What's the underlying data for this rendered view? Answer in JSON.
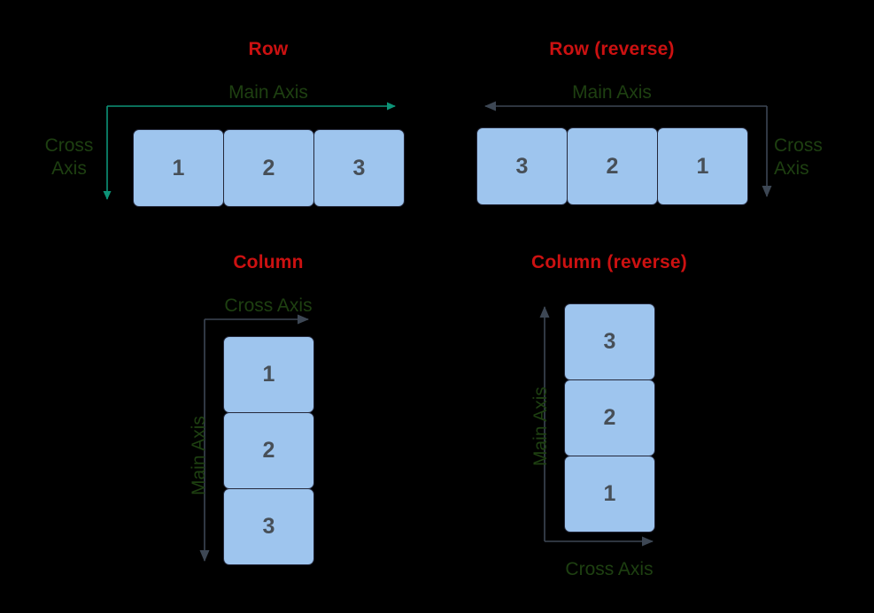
{
  "meta": {
    "background_color": "#000000",
    "box_fill_color": "#9ec5ee",
    "box_border_color": "#24283a",
    "box_number_color": "#474f57",
    "title_color": "#cc1111",
    "axis_label_color": "#1e4011",
    "teal_arrow_color": "#0d9478",
    "gray_arrow_color": "#3d4754"
  },
  "panels": [
    {
      "id": "row",
      "title": "Row",
      "main_axis_label": "Main Axis",
      "cross_axis_label_line1": "Cross",
      "cross_axis_label_line2": "Axis",
      "main_axis_direction": "right",
      "cross_axis_direction": "down",
      "arrow_color": "#0d9478",
      "orientation": "horizontal",
      "items": [
        "1",
        "2",
        "3"
      ]
    },
    {
      "id": "row-reverse",
      "title": "Row (reverse)",
      "main_axis_label": "Main Axis",
      "cross_axis_label_line1": "Cross",
      "cross_axis_label_line2": "Axis",
      "main_axis_direction": "left",
      "cross_axis_direction": "down",
      "arrow_color": "#3d4754",
      "orientation": "horizontal",
      "items": [
        "3",
        "2",
        "1"
      ]
    },
    {
      "id": "column",
      "title": "Column",
      "main_axis_label": "Main Axis",
      "cross_axis_label": "Cross Axis",
      "main_axis_direction": "down",
      "cross_axis_direction": "right",
      "arrow_color": "#3d4754",
      "orientation": "vertical",
      "items": [
        "1",
        "2",
        "3"
      ]
    },
    {
      "id": "column-reverse",
      "title": "Column (reverse)",
      "main_axis_label": "Main Axis",
      "cross_axis_label": "Cross Axis",
      "main_axis_direction": "up",
      "cross_axis_direction": "right",
      "arrow_color": "#3d4754",
      "orientation": "vertical",
      "items": [
        "3",
        "2",
        "1"
      ]
    }
  ]
}
